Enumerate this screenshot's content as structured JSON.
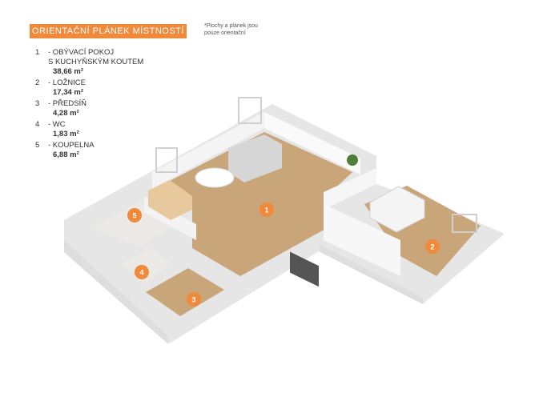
{
  "header": {
    "title": "ORIENTAČNÍ PLÁNEK MÍSTNOSTÍ",
    "note": "*Plochy  a plánek jsou\npouze orientační"
  },
  "rooms": [
    {
      "number": "1",
      "name": "- OBÝVACÍ POKOJ\nS KUCHYŇSKÝM KOUTEM",
      "area": "38,66 m²"
    },
    {
      "number": "2",
      "name": "- LOŽNICE",
      "area": "17,34 m²"
    },
    {
      "number": "3",
      "name": "- PŘEDSÍŇ",
      "area": "4,28 m²"
    },
    {
      "number": "4",
      "name": "- WC",
      "area": "1,83 m²"
    },
    {
      "number": "5",
      "name": "- KOUPELNA",
      "area": "6,88 m²"
    }
  ],
  "plan": {
    "badges": [
      "1",
      "2",
      "3",
      "4",
      "5"
    ],
    "accent_color": "#f0893a",
    "floor_color": "#c9a57a",
    "wall_color": "#f2f2f2"
  }
}
